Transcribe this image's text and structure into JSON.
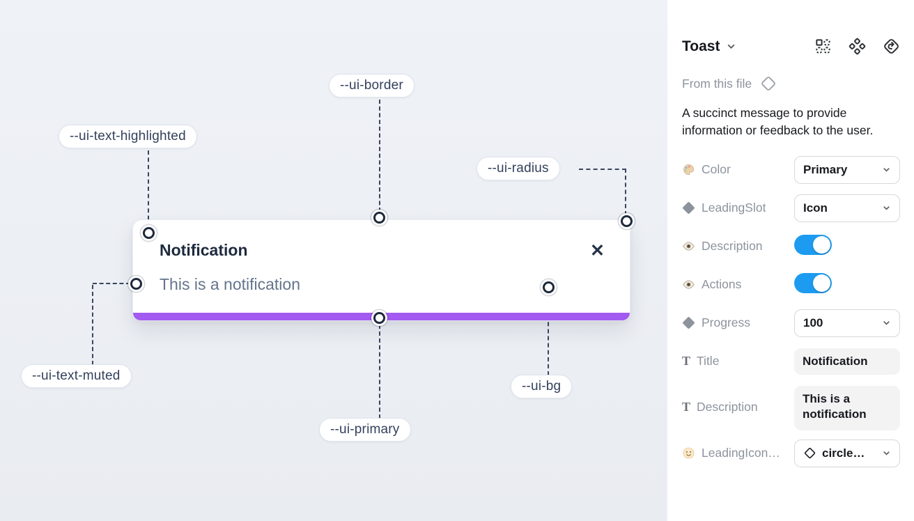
{
  "canvas": {
    "toast": {
      "title": "Notification",
      "description": "This is a notification",
      "close_glyph": "✕"
    },
    "annotations": [
      {
        "label": "--ui-border"
      },
      {
        "label": "--ui-text-highlighted"
      },
      {
        "label": "--ui-radius"
      },
      {
        "label": "--ui-text-muted"
      },
      {
        "label": "--ui-primary"
      },
      {
        "label": "--ui-bg"
      }
    ],
    "colors": {
      "primary_bar": "#a35af0",
      "background": "#edf0f4",
      "line": "#39455e"
    }
  },
  "panel": {
    "title": "Toast",
    "source": "From this file",
    "description": "A succinct message to provide information or feedback to the user.",
    "header_icons": [
      "instance-grid-icon",
      "component-set-icon",
      "swap-diamond-icon"
    ],
    "props": {
      "color": {
        "label": "Color",
        "value": "Primary",
        "icon": "palette-icon"
      },
      "leading_slot": {
        "label": "LeadingSlot",
        "value": "Icon",
        "icon": "diamond-icon"
      },
      "description_toggle": {
        "label": "Description",
        "value": "on",
        "icon": "eye-icon"
      },
      "actions_toggle": {
        "label": "Actions",
        "value": "on",
        "icon": "eye-icon"
      },
      "progress": {
        "label": "Progress",
        "value": "100",
        "icon": "diamond-icon"
      },
      "title_field": {
        "label": "Title",
        "value": "Notification",
        "icon": "text-icon",
        "glyph": "T"
      },
      "description_field": {
        "label": "Description",
        "value": "This is a notification",
        "icon": "text-icon",
        "glyph": "T"
      },
      "leading_icon": {
        "label": "LeadingIcon…",
        "value": "circle…",
        "icon": "smiley-icon"
      }
    },
    "colors": {
      "toggle_on": "#1d9bf0"
    }
  }
}
